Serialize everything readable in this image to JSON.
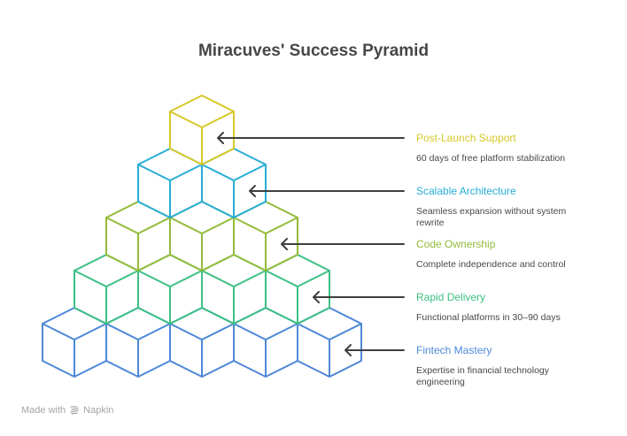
{
  "title": "Miracuves' Success Pyramid",
  "levels": [
    {
      "label": "Post-Launch Support",
      "description": "60 days of free platform stabilization",
      "color": "#d8c82a",
      "cubes": 1
    },
    {
      "label": "Scalable Architecture",
      "description": "Seamless expansion without system rewrite",
      "color": "#27aed6",
      "cubes": 2
    },
    {
      "label": "Code Ownership",
      "description": "Complete independence and control",
      "color": "#93bb3b",
      "cubes": 3
    },
    {
      "label": "Rapid Delivery",
      "description": "Functional platforms in 30–90 days",
      "color": "#3cc083",
      "cubes": 4
    },
    {
      "label": "Fintech Mastery",
      "description": "Expertise in financial technology engineering",
      "color": "#4e88d8",
      "cubes": 5
    }
  ],
  "arrow_color": "#3f3f3f",
  "footer": {
    "made_with": "Made with",
    "brand": "Napkin",
    "icon": "napkin-logo-icon"
  }
}
